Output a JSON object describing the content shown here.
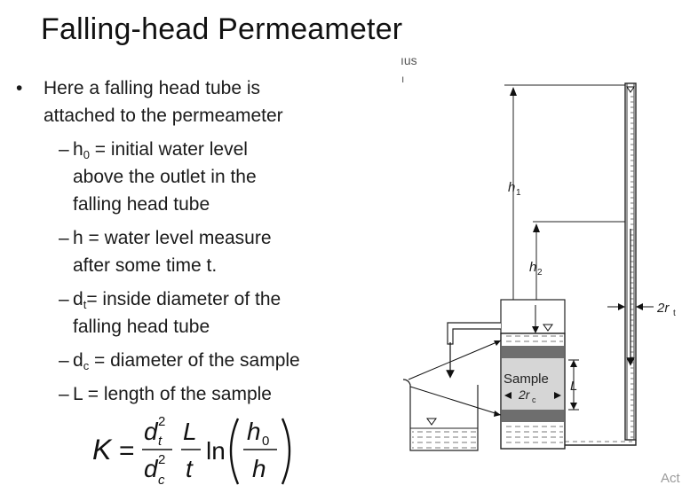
{
  "slide": {
    "title": "Falling-head Permeameter",
    "ghost_text": "ıus",
    "ghost_text2": "ı",
    "watermark": "Act",
    "bullet_main": {
      "line1": "Here a falling head tube is",
      "line2": "attached to the permeameter"
    },
    "subitems": [
      {
        "var": "h",
        "sub": "0",
        "lines": [
          " = initial water level",
          "above the outlet in the",
          "falling head tube"
        ]
      },
      {
        "var": "h",
        "sub": "",
        "lines": [
          " = water level measure",
          "after some time t."
        ]
      },
      {
        "var": "d",
        "sub": "t",
        "lines": [
          "= inside diameter of the",
          "falling head tube"
        ]
      },
      {
        "var": "d",
        "sub": "c",
        "lines": [
          " = diameter of the sample"
        ]
      },
      {
        "var": "L",
        "sub": "",
        "lines": [
          " = length of the sample"
        ]
      }
    ],
    "bullet_symbol": "•",
    "dash_symbol": "–",
    "formula": {
      "lhs": "K",
      "eq": "=",
      "d": "d",
      "t_sub": "t",
      "c_sub": "c",
      "exp": "2",
      "L": "L",
      "t": "t",
      "ln": "ln",
      "h": "h",
      "h0_sub": "0"
    },
    "diagram": {
      "label_h1": "h",
      "label_h1_sub": "1",
      "label_h2": "h",
      "label_h2_sub": "2",
      "label_2rt": "2r",
      "label_2rt_sub": "t",
      "label_sample": "Sample",
      "label_2rc": "2r",
      "label_2rc_sub": "c",
      "label_L": "L"
    }
  }
}
